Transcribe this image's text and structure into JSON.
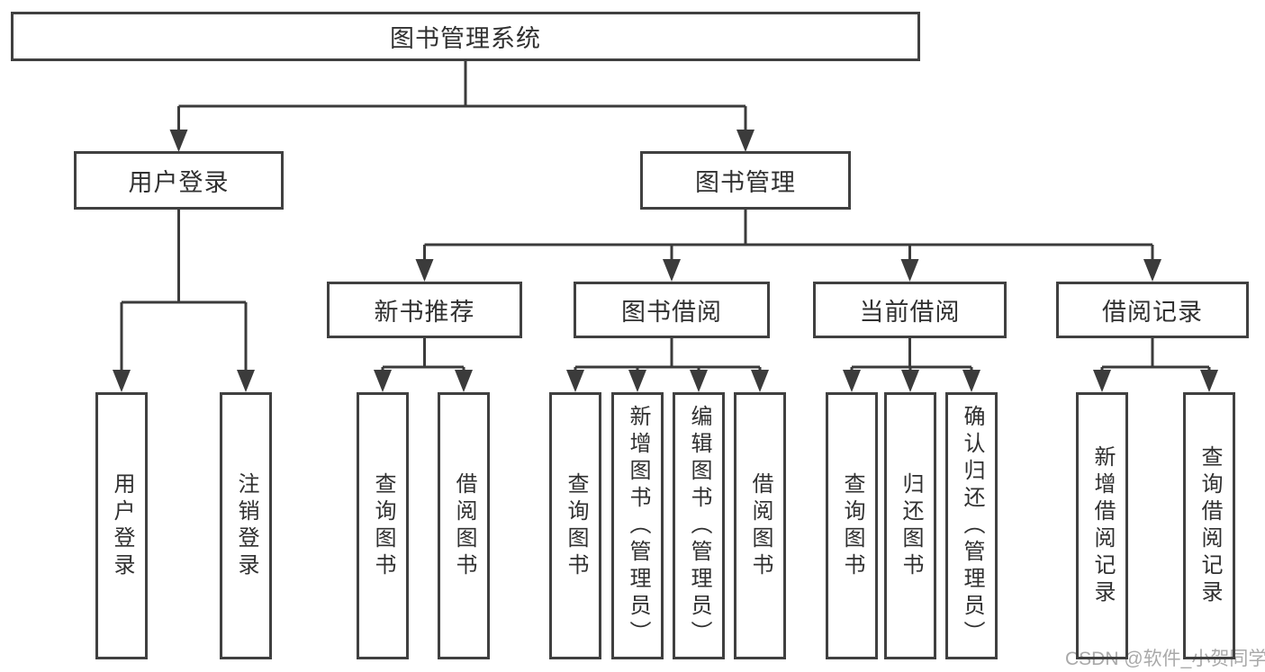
{
  "tree": {
    "label": "图书管理系统",
    "children": [
      {
        "label": "用户登录",
        "children": [
          {
            "label": "用户登录"
          },
          {
            "label": "注销登录"
          }
        ]
      },
      {
        "label": "图书管理",
        "children": [
          {
            "label": "新书推荐",
            "children": [
              {
                "label": "查询图书"
              },
              {
                "label": "借阅图书"
              }
            ]
          },
          {
            "label": "图书借阅",
            "children": [
              {
                "label": "查询图书"
              },
              {
                "label": "新增图书（管理员）"
              },
              {
                "label": "编辑图书（管理员）"
              },
              {
                "label": "借阅图书"
              }
            ]
          },
          {
            "label": "当前借阅",
            "children": [
              {
                "label": "查询图书"
              },
              {
                "label": "归还图书"
              },
              {
                "label": "确认归还（管理员）"
              }
            ]
          },
          {
            "label": "借阅记录",
            "children": [
              {
                "label": "新增借阅记录"
              },
              {
                "label": "查询借阅记录"
              }
            ]
          }
        ]
      }
    ]
  },
  "watermark": {
    "text": "CSDN @软件_小贺同学"
  },
  "colors": {
    "background": "#ffffff",
    "box_border": "#404040",
    "connector": "#3b3b3b",
    "text": "#303030",
    "watermark_text": "#a9a9a9"
  }
}
